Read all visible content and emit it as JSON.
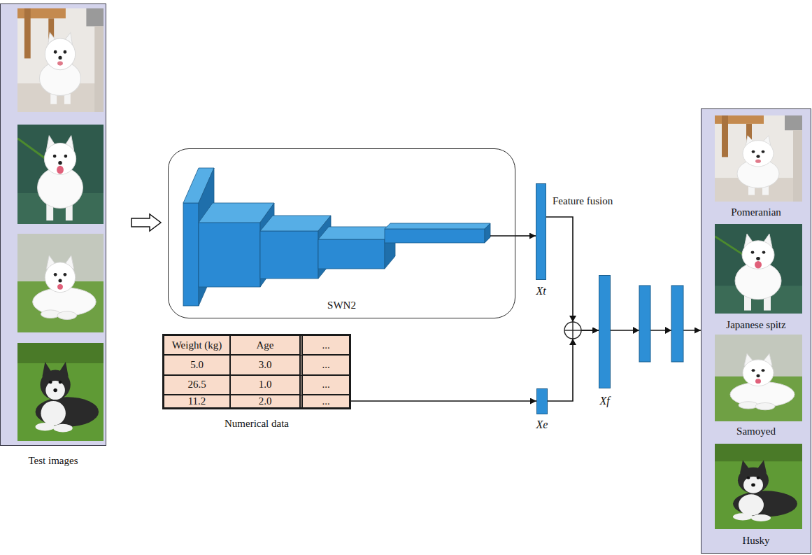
{
  "diagram": {
    "nodes": [
      {
        "text": [
          "Test images"
        ]
      },
      {
        "text": [
          "SWN2"
        ]
      },
      {
        "text": [
          "Xt"
        ]
      },
      {
        "text": [
          "Numerical data"
        ]
      },
      {
        "text": [
          "Xe"
        ]
      },
      {
        "text": [
          "Xf"
        ]
      },
      {
        "text": [
          "Pomeranian",
          "Japanese spitz",
          "Samoyed",
          "Husky"
        ]
      }
    ],
    "edges": [
      {
        "from": 0,
        "to": 1,
        "arrow": "to"
      },
      {
        "from": 1,
        "to": 2,
        "arrow": "to"
      },
      {
        "from": 3,
        "to": 4,
        "arrow": "to"
      },
      {
        "from": 2,
        "to": 5,
        "arrow": "to"
      },
      {
        "from": 4,
        "to": 5,
        "arrow": "to"
      },
      {
        "from": 5,
        "to": 6,
        "arrow": "to"
      }
    ],
    "labels": [
      "Feature fusion",
      "Weight (kg)",
      "Age",
      "...",
      "5.0",
      "3.0",
      "...",
      "26.5",
      "1.0",
      "...",
      "11.2",
      "2.0",
      "..."
    ]
  }
}
